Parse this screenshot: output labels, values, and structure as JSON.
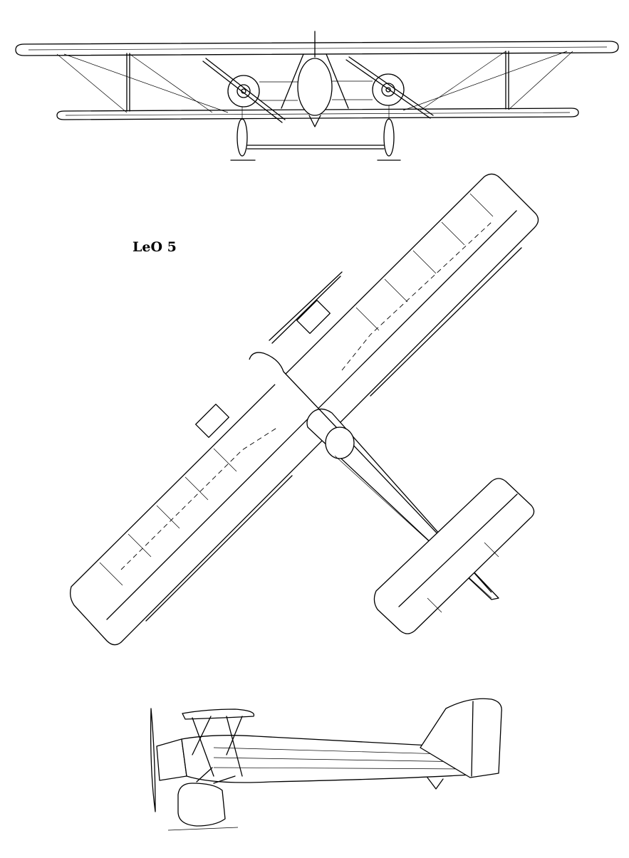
{
  "title": "LeO 5",
  "views": {
    "front": {
      "icon": "front-view-drawing"
    },
    "plan": {
      "icon": "plan-view-drawing"
    },
    "side": {
      "icon": "side-view-drawing"
    }
  }
}
